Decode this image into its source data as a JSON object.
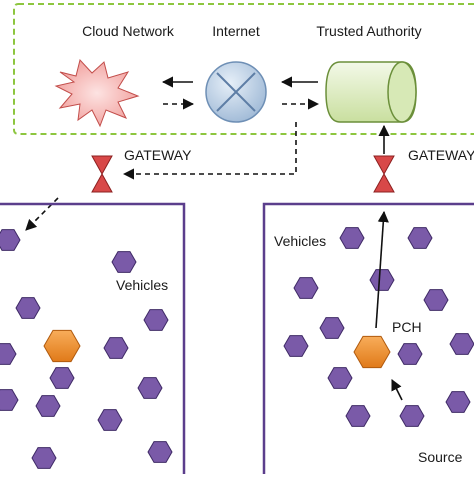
{
  "labels": {
    "cloud_network": "Cloud Network",
    "internet": "Internet",
    "trusted_authority": "Trusted Authority",
    "gateway_left": "GATEWAY",
    "gateway_right": "GATEWAY",
    "vehicles_left": "Vehicles",
    "vehicles_right": "Vehicles",
    "pch": "PCH",
    "source": "Source"
  },
  "colors": {
    "dashed_border": "#8dc63f",
    "cluster_border": "#5b3e8c",
    "vehicle_fill": "#7a5aa8",
    "vehicle_stroke": "#3f2a66",
    "pch_fill": "#f5922f",
    "gateway_fill": "#d84848",
    "internet_fill": "#b8cfe6",
    "trusted_fill": "#e2efcd",
    "cloud_fill": "#f7b8b6"
  },
  "icons": {
    "cloud": "cloud-network-icon",
    "internet": "internet-router-icon",
    "trusted": "trusted-authority-server-icon",
    "gateway": "gateway-hourglass-icon",
    "vehicle": "vehicle-hexagon-icon",
    "pch": "pch-hexagon-icon"
  }
}
